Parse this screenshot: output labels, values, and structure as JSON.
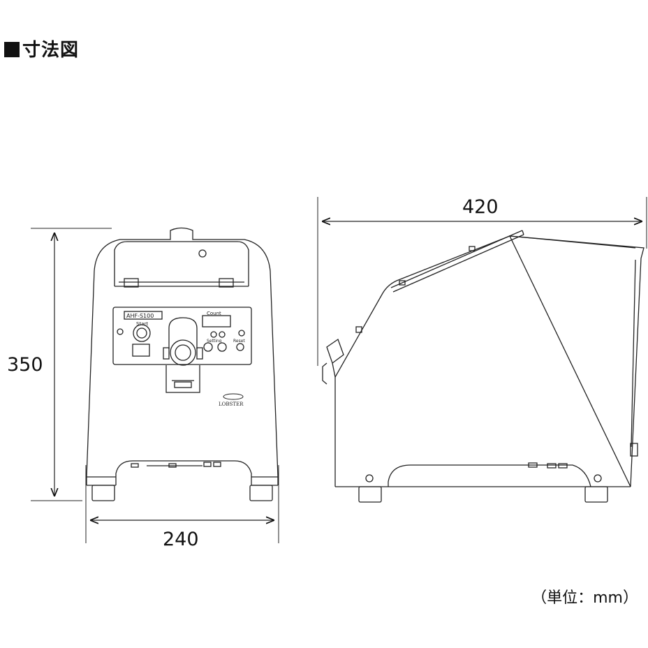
{
  "title": "寸法図",
  "dimensions": {
    "height": "350",
    "width": "240",
    "depth": "420"
  },
  "unit_note": "（単位：mm）",
  "panel": {
    "model_label": "AHF-S100",
    "start_label": "Start",
    "display_label": "Count",
    "setting_label": "Setting",
    "reset_label": "Reset"
  },
  "brand": "LOBSTER"
}
